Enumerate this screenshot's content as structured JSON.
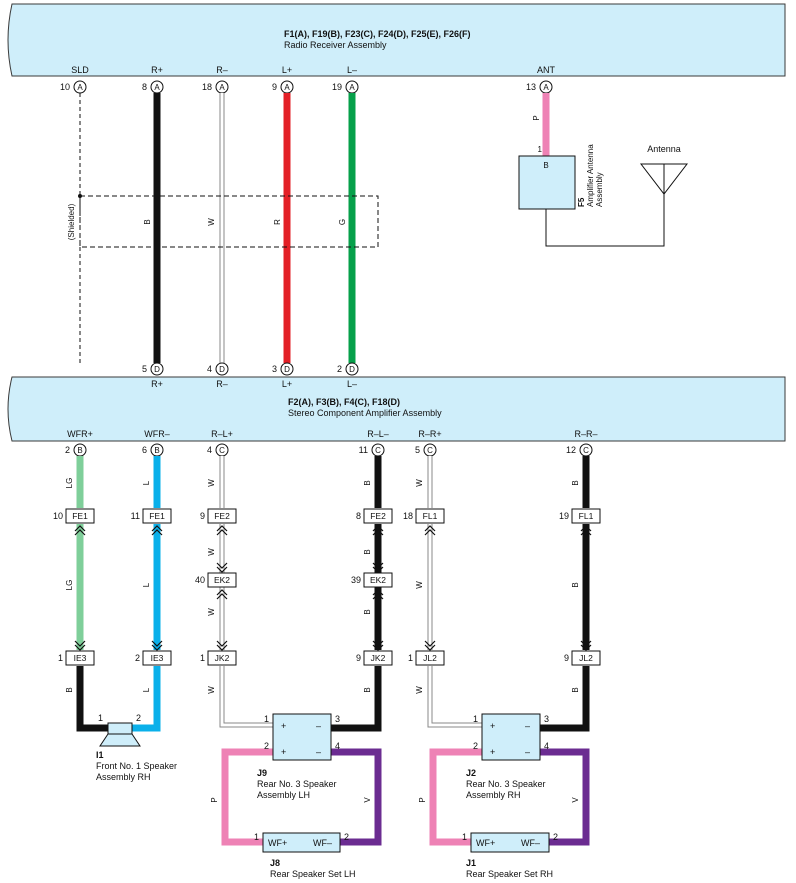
{
  "colors": {
    "panel_fill": "#cfeefa",
    "panel_stroke": "#3a3a3a",
    "black": "#111111",
    "white_wire": "#ffffff",
    "red": "#e32027",
    "green": "#06a04a",
    "pink": "#ee82b5",
    "light_green": "#7fcf9a",
    "light_blue": "#0ab0ea",
    "violet": "#6b2c91",
    "wire_outline": "#8a8a8a"
  },
  "radio": {
    "connectors": "F1(A), F19(B), F23(C), F24(D), F25(E), F26(F)",
    "name": "Radio Receiver Assembly",
    "pins": [
      {
        "label": "SLD",
        "num": "10",
        "letter": "A"
      },
      {
        "label": "R+",
        "num": "8",
        "letter": "A"
      },
      {
        "label": "R–",
        "num": "18",
        "letter": "A"
      },
      {
        "label": "L+",
        "num": "9",
        "letter": "A"
      },
      {
        "label": "L–",
        "num": "19",
        "letter": "A"
      },
      {
        "label": "ANT",
        "num": "13",
        "letter": "A"
      }
    ]
  },
  "shield_label": "(Shielded)",
  "wire_colors_top": [
    "B",
    "W",
    "R",
    "G"
  ],
  "antenna": {
    "wire_color": "P",
    "pin_num": "1",
    "pin_letter": "B",
    "code": "F5",
    "name_line1": "Amplifier Antenna",
    "name_line2": "Assembly",
    "antenna_label": "Antenna"
  },
  "amp": {
    "connectors": "F2(A), F3(B), F4(C), F18(D)",
    "name": "Stereo Component Amplifier Assembly",
    "top_pins": [
      {
        "num": "5",
        "letter": "D",
        "label": "R+"
      },
      {
        "num": "4",
        "letter": "D",
        "label": "R–"
      },
      {
        "num": "3",
        "letter": "D",
        "label": "L+"
      },
      {
        "num": "2",
        "letter": "D",
        "label": "L–"
      }
    ],
    "bottom_pins": [
      {
        "label": "WFR+",
        "num": "2",
        "letter": "B"
      },
      {
        "label": "WFR–",
        "num": "6",
        "letter": "B"
      },
      {
        "label": "R–L+",
        "num": "4",
        "letter": "C"
      },
      {
        "label": "R–L–",
        "num": "11",
        "letter": "C"
      },
      {
        "label": "R–R+",
        "num": "5",
        "letter": "C"
      },
      {
        "label": "R–R–",
        "num": "12",
        "letter": "C"
      }
    ]
  },
  "lower_wires": {
    "c1": [
      "LG",
      "LG",
      "B"
    ],
    "c2": [
      "L",
      "L",
      "L"
    ],
    "c3": [
      "W",
      "W",
      "W",
      "W"
    ],
    "c4": [
      "B",
      "B",
      "B",
      "B"
    ],
    "c5": [
      "W",
      "W",
      "W"
    ],
    "c6": [
      "B",
      "B",
      "B"
    ]
  },
  "junctions": [
    {
      "num": "10",
      "code": "FE1"
    },
    {
      "num": "11",
      "code": "FE1"
    },
    {
      "num": "9",
      "code": "FE2"
    },
    {
      "num": "8",
      "code": "FE2"
    },
    {
      "num": "18",
      "code": "FL1"
    },
    {
      "num": "19",
      "code": "FL1"
    },
    {
      "num": "40",
      "code": "EK2"
    },
    {
      "num": "39",
      "code": "EK2"
    },
    {
      "num": "1",
      "code": "IE3"
    },
    {
      "num": "2",
      "code": "IE3"
    },
    {
      "num": "1",
      "code": "JK2"
    },
    {
      "num": "9",
      "code": "JK2"
    },
    {
      "num": "1",
      "code": "JL2"
    },
    {
      "num": "9",
      "code": "JL2"
    }
  ],
  "front_speaker": {
    "pin1": "1",
    "pin2": "2",
    "code": "I1",
    "name_line1": "Front No. 1 Speaker",
    "name_line2": "Assembly RH"
  },
  "j9": {
    "pins": [
      "1",
      "2",
      "3",
      "4"
    ],
    "plus": "+",
    "minus": "–",
    "code": "J9",
    "name_line1": "Rear No. 3 Speaker",
    "name_line2": "Assembly LH",
    "loop_left": "P",
    "loop_right": "V"
  },
  "j2": {
    "pins": [
      "1",
      "2",
      "3",
      "4"
    ],
    "plus": "+",
    "minus": "–",
    "code": "J2",
    "name_line1": "Rear No. 3 Speaker",
    "name_line2": "Assembly RH",
    "loop_left": "P",
    "loop_right": "V"
  },
  "j8": {
    "pin1": "1",
    "pin2": "2",
    "plus_label": "WF+",
    "minus_label": "WF–",
    "code": "J8",
    "name": "Rear Speaker Set LH"
  },
  "j1": {
    "pin1": "1",
    "pin2": "2",
    "plus_label": "WF+",
    "minus_label": "WF–",
    "code": "J1",
    "name": "Rear Speaker Set RH"
  }
}
